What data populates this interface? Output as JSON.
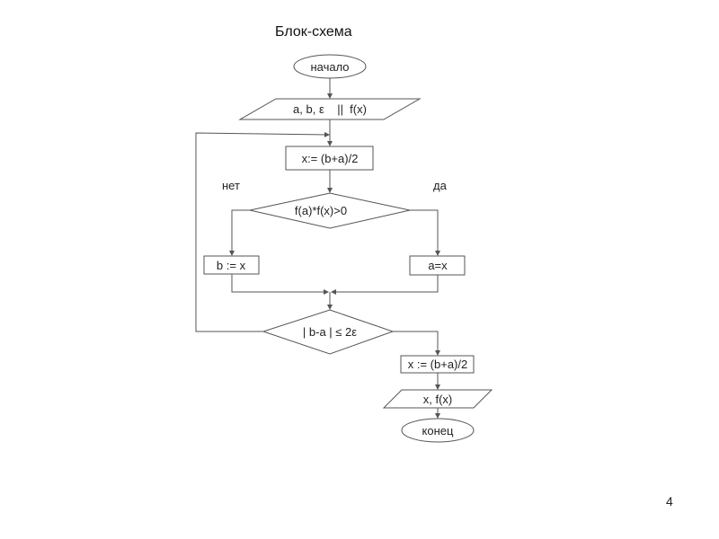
{
  "title": "Блок-схема",
  "page_number": "4",
  "nodes": {
    "start": "начало",
    "input": "a, b, ε    ||  f(x)",
    "compute_x": "x:= (b+a)/2",
    "condition1": "f(a)*f(x)>0",
    "assign_b": "b := x",
    "assign_a": "a=x",
    "condition2": "| b-a | ≤ 2ε",
    "compute_x_final": "x := (b+a)/2",
    "output": "x, f(x)",
    "end": "конец"
  },
  "branch_labels": {
    "no": "нет",
    "yes": "да"
  }
}
